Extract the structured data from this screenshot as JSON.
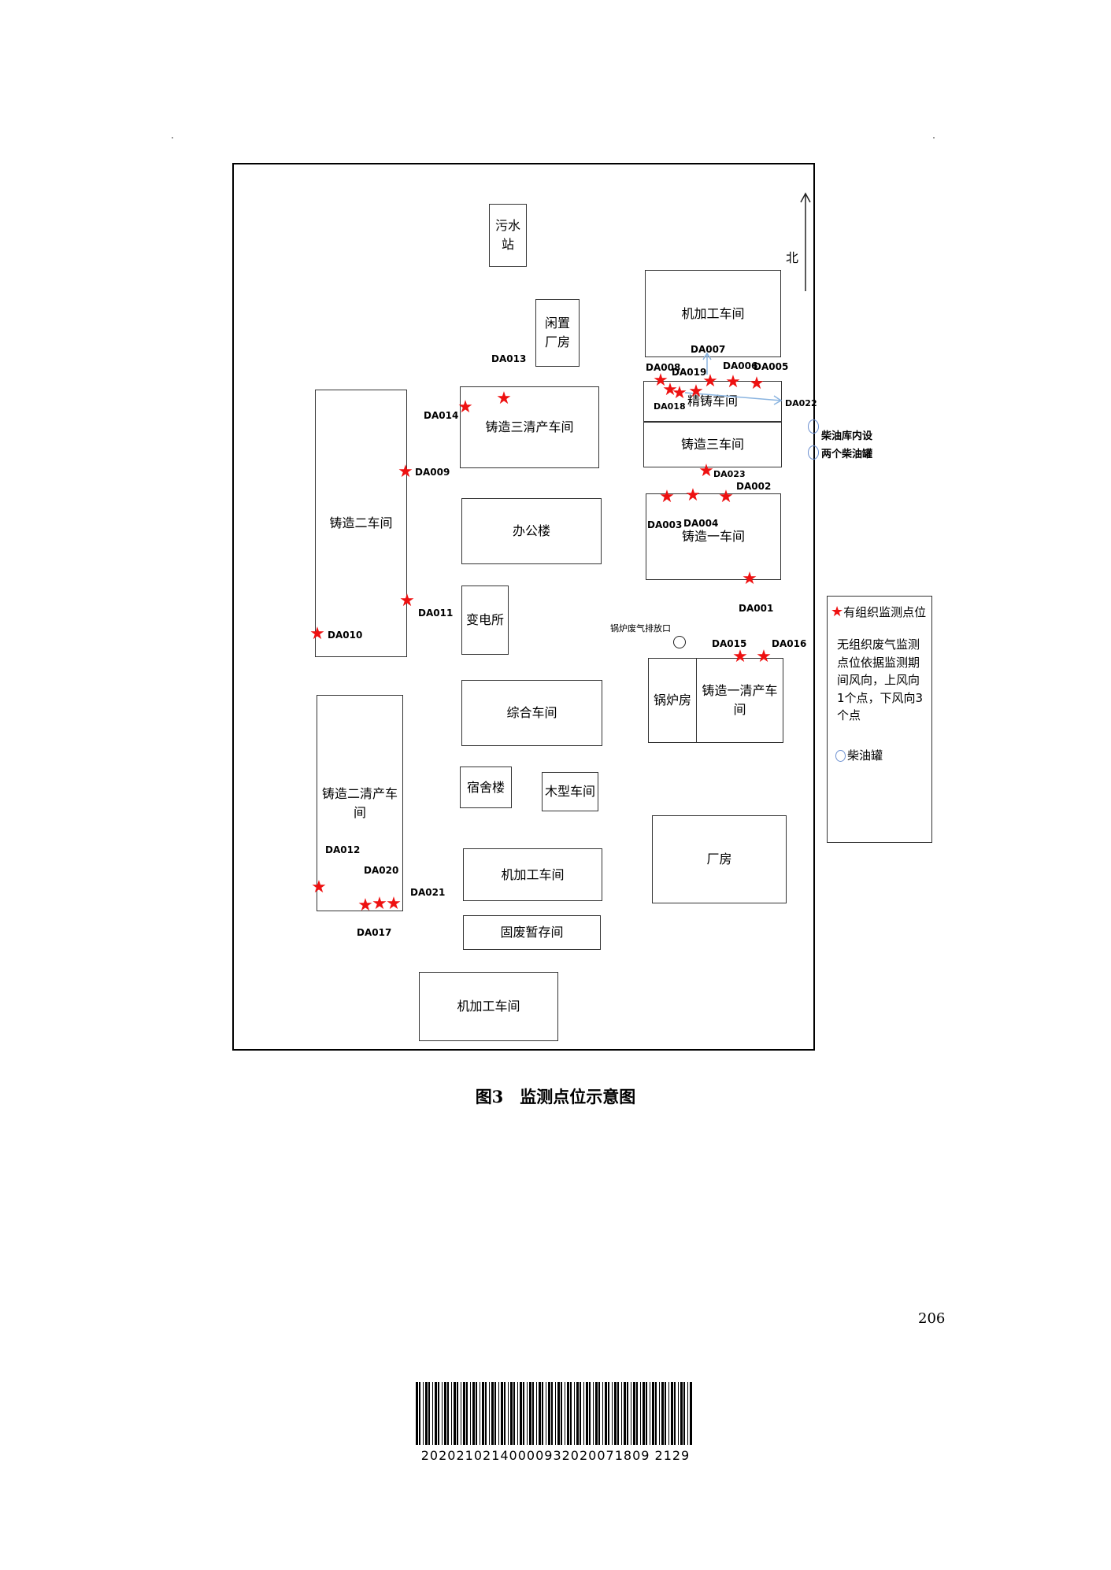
{
  "buildings": {
    "sewage": "污水站",
    "idle_plant": "闲置厂房",
    "machining_north": "机加工车间",
    "casting3_clean": "铸造三清产车间",
    "casting2": "铸造二车间",
    "precision": "精铸车间",
    "casting3": "铸造三车间",
    "office": "办公楼",
    "casting1": "铸造一车间",
    "substation": "变电所",
    "composite": "综合车间",
    "boiler_room": "锅炉房",
    "casting1_clean": "铸造一清产车间",
    "casting2_clean": "铸造二清产车间",
    "dormitory": "宿舍楼",
    "wood_pattern": "木型车间",
    "plant": "厂房",
    "machining_mid": "机加工车间",
    "solid_waste": "固废暂存间",
    "machining_south": "机加工车间"
  },
  "points": {
    "DA001": "DA001",
    "DA002": "DA002",
    "DA003": "DA003",
    "DA004": "DA004",
    "DA005": "DA005",
    "DA006": "DA006",
    "DA007": "DA007",
    "DA008": "DA008",
    "DA009": "DA009",
    "DA010": "DA010",
    "DA011": "DA011",
    "DA012": "DA012",
    "DA013": "DA013",
    "DA014": "DA014",
    "DA015": "DA015",
    "DA016": "DA016",
    "DA017": "DA017",
    "DA018": "DA018",
    "DA019": "DA019",
    "DA020": "DA020",
    "DA021": "DA021",
    "DA022": "DA022",
    "DA023": "DA023"
  },
  "north_label": "北",
  "boiler_outlet": "锅炉废气排放口",
  "tank_note_1": "柴油库内设",
  "tank_note_2": "两个柴油罐",
  "legend": {
    "organized": "有组织监测点位",
    "unorganized": "无组织废气监测点位依据监测期间风向，上风向1个点，下风向3个点",
    "tank": "柴油罐"
  },
  "caption": "图3　监测点位示意图",
  "page_number": "206",
  "barcode_number": "20202102140000932020071809 2129"
}
